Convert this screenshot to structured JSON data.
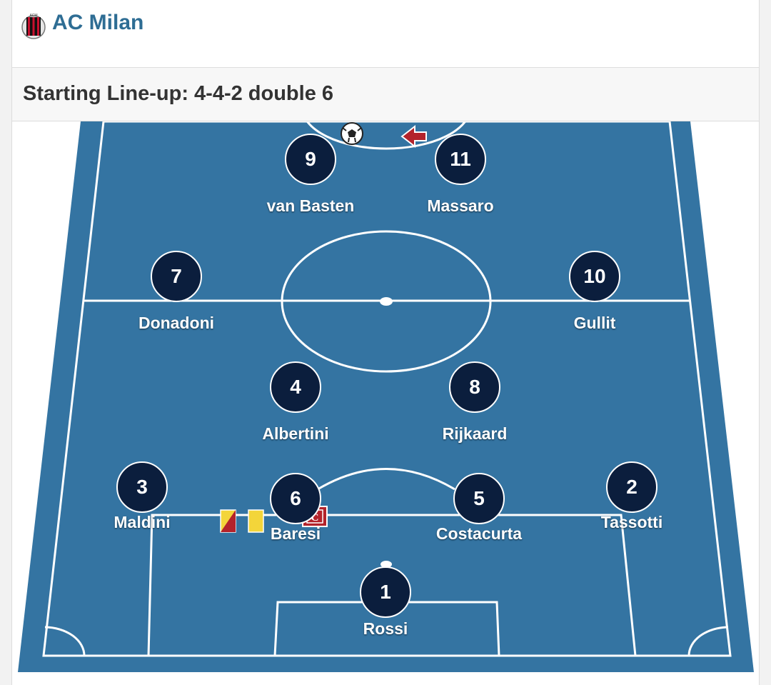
{
  "header": {
    "team_name": "AC Milan",
    "logo_icon": "ac-milan-crest-icon",
    "logo_text": "ACM"
  },
  "lineup": {
    "title": "Starting Line-up: 4-4-2 double 6"
  },
  "colors": {
    "pitch": "#3474a2",
    "lines": "#ffffff",
    "player_circle": "#0b1e3d",
    "team_name": "#2e6d94",
    "captain_badge": "#b3232b",
    "yellow_card": "#f3d53a",
    "red_card": "#b3232b"
  },
  "players": [
    {
      "number": "9",
      "name": "van Basten"
    },
    {
      "number": "11",
      "name": "Massaro"
    },
    {
      "number": "7",
      "name": "Donadoni"
    },
    {
      "number": "10",
      "name": "Gullit"
    },
    {
      "number": "4",
      "name": "Albertini"
    },
    {
      "number": "8",
      "name": "Rijkaard"
    },
    {
      "number": "3",
      "name": "Maldini"
    },
    {
      "number": "6",
      "name": "Baresi"
    },
    {
      "number": "5",
      "name": "Costacurta"
    },
    {
      "number": "2",
      "name": "Tassotti"
    },
    {
      "number": "1",
      "name": "Rossi"
    }
  ],
  "captain_badge_letter": "C",
  "icons": {
    "ball": "football-icon",
    "arrow": "substitution-arrow-icon",
    "yellow": "yellow-card-icon",
    "second_yellow": "yellow-red-card-icon",
    "captain": "captain-badge-icon"
  }
}
